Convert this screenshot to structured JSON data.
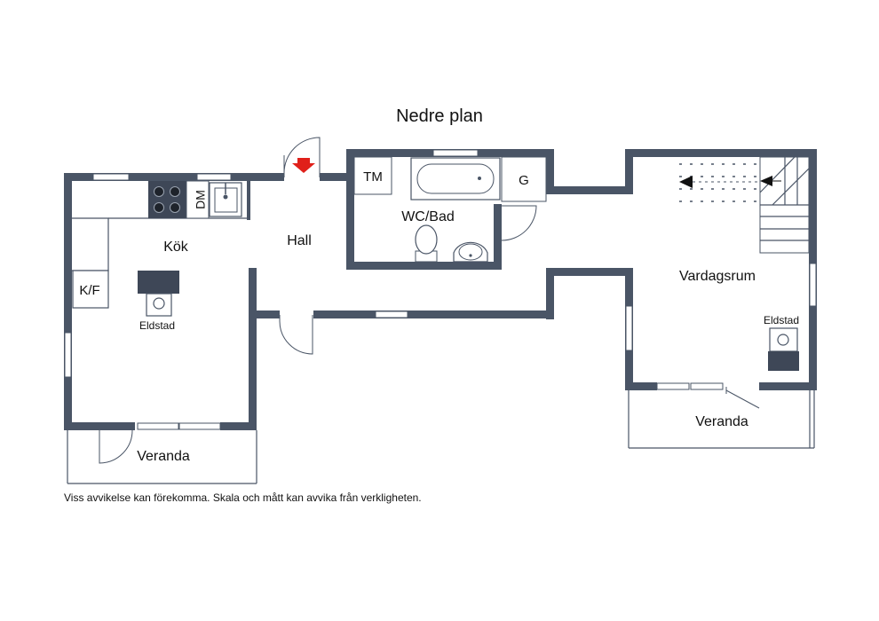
{
  "title": "Nedre plan",
  "rooms": {
    "kok": "Kök",
    "hall": "Hall",
    "wc_bad": "WC/Bad",
    "vardagsrum": "Vardagsrum",
    "veranda_left": "Veranda",
    "veranda_right": "Veranda",
    "tm": "TM",
    "g": "G",
    "dm": "DM",
    "kf": "K/F",
    "eldstad_left": "Eldstad",
    "eldstad_right": "Eldstad"
  },
  "disclaimer": "Viss avvikelse kan förekomma. Skala och mått kan avvika från verkligheten.",
  "colors": {
    "wall": "#4a5566",
    "entrance_arrow": "#e0201a",
    "fixture_dark": "#3e4757"
  },
  "icons": [
    "entrance-arrow-icon",
    "stove-icon",
    "sink-icon",
    "bathtub-icon",
    "toilet-icon",
    "washbasin-icon",
    "fireplace-icon",
    "stairs-icon"
  ]
}
